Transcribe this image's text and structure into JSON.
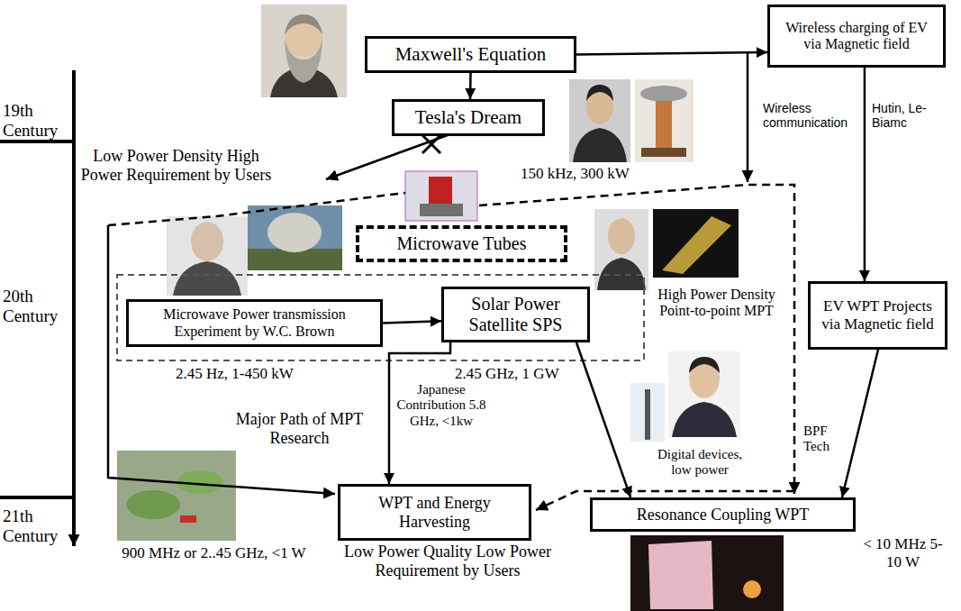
{
  "diagram": {
    "nodes": [
      {
        "text": [
          "Maxwell's Equation"
        ]
      },
      {
        "text": [
          "Tesla's Dream"
        ]
      },
      {
        "text": [
          "Wireless charging of EV via Magnetic field"
        ]
      },
      {
        "text": [
          "Microwave Tubes"
        ]
      },
      {
        "text": [
          "Microwave Power transmission Experiment by W.C. Brown"
        ]
      },
      {
        "text": [
          "Solar Power Satellite SPS"
        ]
      },
      {
        "text": [
          "EV WPT Projects via Magnetic field"
        ]
      },
      {
        "text": [
          "WPT and Energy Harvesting"
        ]
      },
      {
        "text": [
          "Resonance Coupling WPT"
        ]
      }
    ],
    "edges": [
      {
        "from": 0,
        "to": 1,
        "arrow": "to"
      },
      {
        "from": 0,
        "to": 2,
        "arrow": "to"
      },
      {
        "from": 2,
        "to": 6,
        "arrow": "to"
      },
      {
        "from": 6,
        "to": 8,
        "arrow": "to"
      },
      {
        "from": 4,
        "to": 5,
        "arrow": "to"
      },
      {
        "from": 5,
        "to": 7,
        "arrow": "to"
      },
      {
        "from": 5,
        "to": 8,
        "arrow": "to"
      }
    ],
    "labels": [
      "19th Century",
      "20th Century",
      "21th Century",
      "Low Power Density High Power Requirement by Users",
      "150 kHz, 300 kW",
      "Wireless communication",
      "Hutin, Le-Biamc",
      "High Power Density Point-to-point MPT",
      "2.45 Hz, 1-450 kW",
      "2.45 GHz, 1 GW",
      "Japanese Contribution 5.8 GHz, <1kw",
      "Major Path of MPT Research",
      "Digital devices, low power",
      "BPF Tech",
      "900 MHz or 2..45 GHz, <1 W",
      "Low Power Quality Low Power Requirement by Users",
      "< 10 MHz 5-10 W"
    ]
  }
}
